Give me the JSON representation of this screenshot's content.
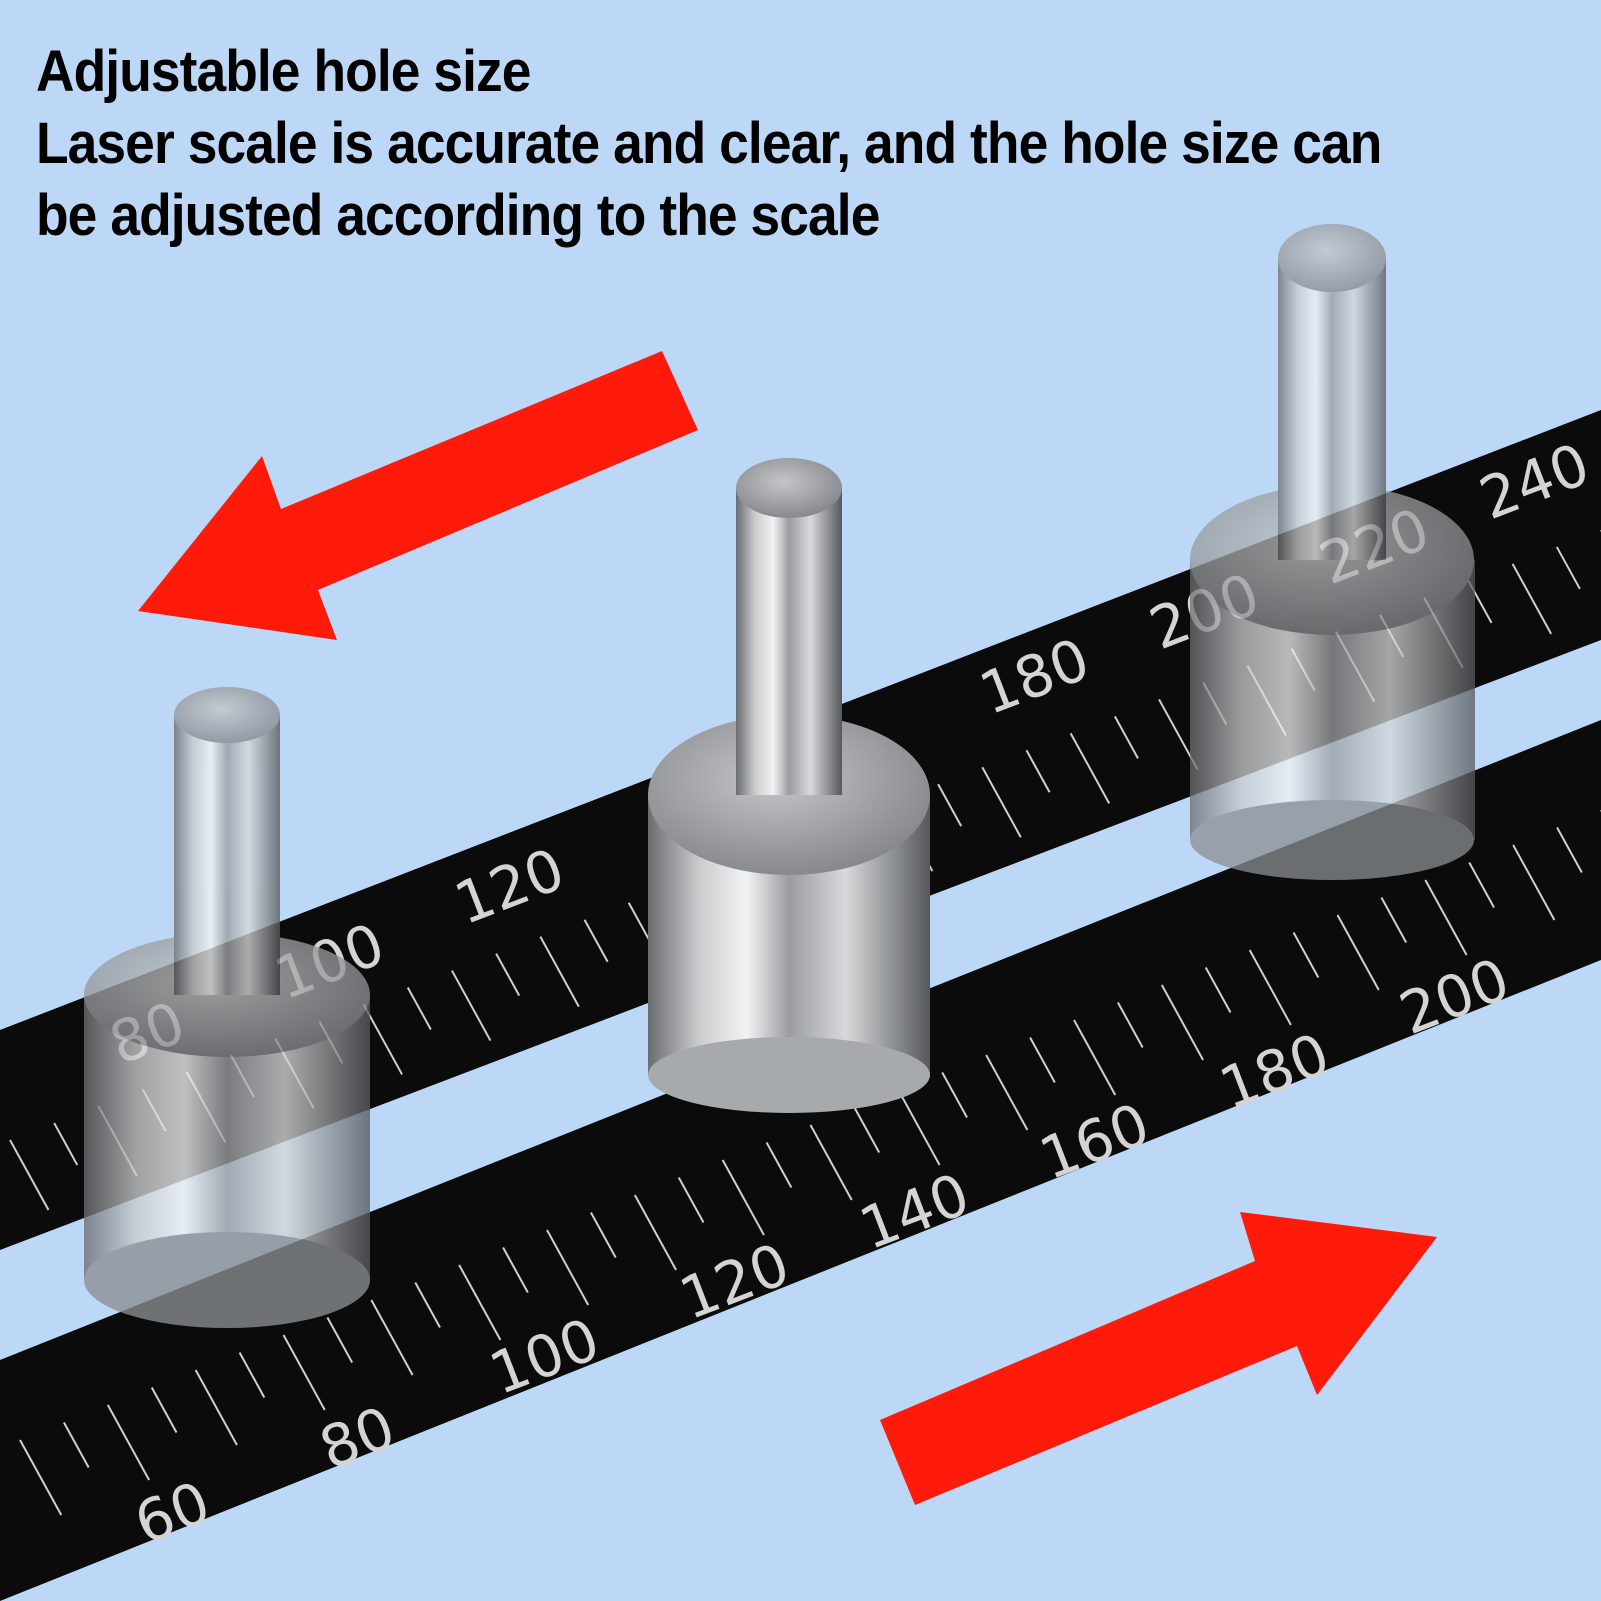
{
  "headline": {
    "title": "Adjustable hole size",
    "line2": "Laser scale is accurate and clear, and the hole size can",
    "line3": "be adjusted according to the scale"
  },
  "colors": {
    "background": "#bcd8f6",
    "ruler": "#0b0b0b",
    "arrow": "#ff1a0a",
    "pin_steel": "#b9bcbf"
  },
  "upper_ruler": {
    "labels": [
      "80",
      "100",
      "120",
      "180",
      "200",
      "220",
      "240"
    ]
  },
  "lower_ruler": {
    "labels": [
      "60",
      "80",
      "100",
      "120",
      "140",
      "160",
      "180",
      "200"
    ]
  },
  "arrows": [
    {
      "icon": "arrow-left-icon",
      "direction": "left"
    },
    {
      "icon": "arrow-right-icon",
      "direction": "right"
    }
  ]
}
